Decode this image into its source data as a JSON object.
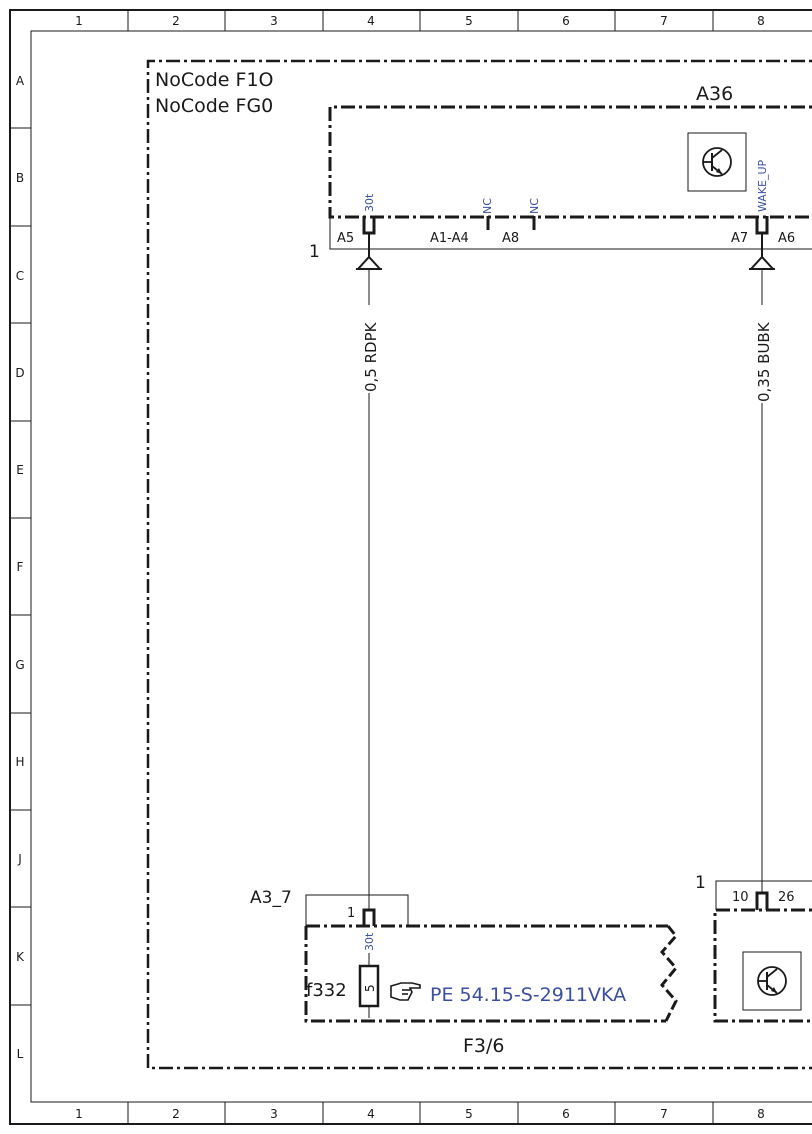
{
  "frame": {
    "columns": [
      "1",
      "2",
      "3",
      "4",
      "5",
      "6",
      "7",
      "8"
    ],
    "rows": [
      "A",
      "B",
      "C",
      "D",
      "E",
      "F",
      "G",
      "H",
      "J",
      "K",
      "L"
    ]
  },
  "header": {
    "code_line_1": "NoCode F1O",
    "code_line_2": "NoCode FG0"
  },
  "modules": {
    "a36": {
      "name": "A36",
      "connector_number": "1",
      "pins": {
        "a5": "A5",
        "a1_a4": "A1-A4",
        "a8": "A8",
        "a7": "A7",
        "a6": "A6"
      },
      "signals": {
        "s30t": "30t",
        "nc1": "NC",
        "nc2": "NC",
        "wake_up": "WAKE_UP"
      },
      "transistor_icon": "transistor-icon"
    },
    "a3_7": {
      "name": "A3_7",
      "pin": "1",
      "signal": "30t",
      "fuse_id": "f332",
      "fuse_value": "5",
      "reference_icon": "pointing-hand-icon",
      "reference": "PE 54.15-S-2911VKA",
      "location": "F3/6"
    },
    "right_module": {
      "connector_number": "1",
      "pin_a": "10",
      "pin_b": "26",
      "transistor_icon": "transistor-icon"
    }
  },
  "wires": {
    "left_wire": "0,5 RDPK",
    "right_wire": "0,35 BUBK"
  },
  "colors": {
    "ink": "#1a1a1a",
    "signal_blue": "#3b4fa0"
  }
}
